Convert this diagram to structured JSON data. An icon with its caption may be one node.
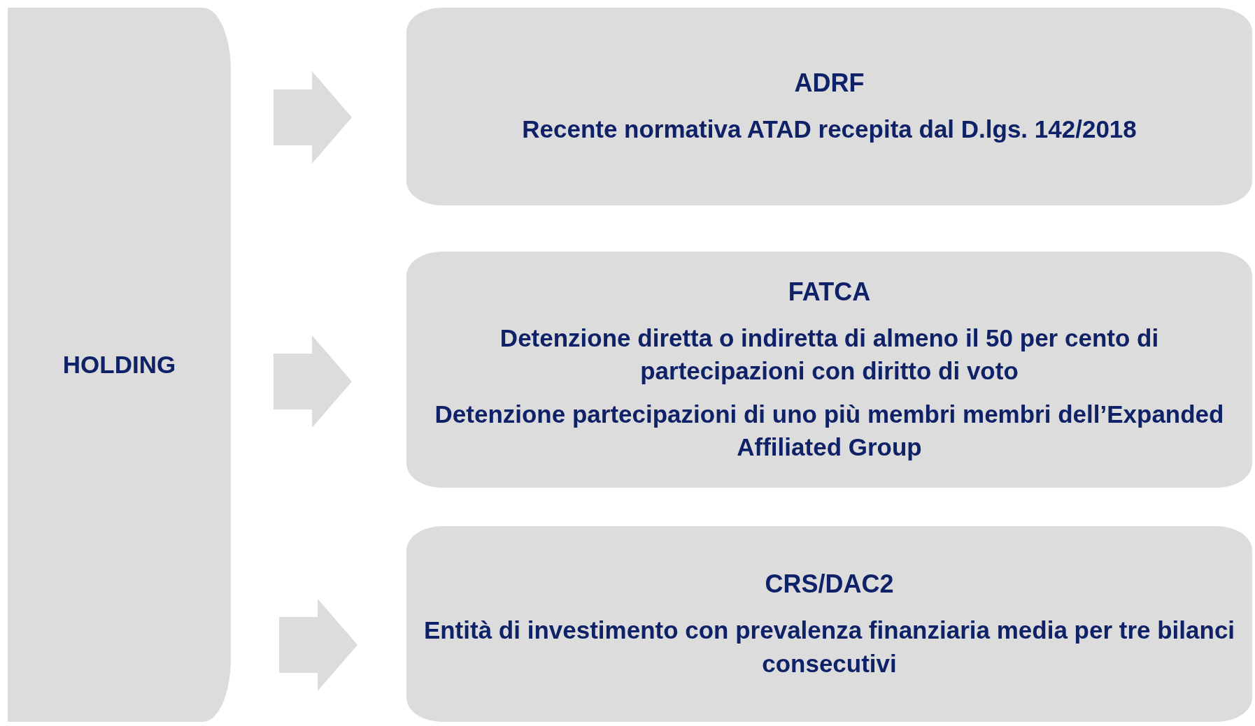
{
  "diagram": {
    "nodes": [
      {
        "text": [
          "HOLDING"
        ]
      },
      {
        "text": [
          "ADRF",
          "Recente normativa ATAD recepita dal D.lgs. 142/2018"
        ]
      },
      {
        "text": [
          "FATCA",
          "Detenzione diretta o indiretta di almeno il 50 per cento di partecipazioni con diritto di voto",
          "Detenzione partecipazioni di uno più membri membri dell’Expanded Affiliated Group"
        ]
      },
      {
        "text": [
          "CRS/DAC2",
          "Entità di investimento con prevalenza finanziaria media per tre bilanci consecutivi"
        ]
      }
    ],
    "edges": [
      {
        "from": 0,
        "to": 1,
        "arrow": "to"
      },
      {
        "from": 0,
        "to": 2,
        "arrow": "to"
      },
      {
        "from": 0,
        "to": 3,
        "arrow": "to"
      }
    ]
  }
}
